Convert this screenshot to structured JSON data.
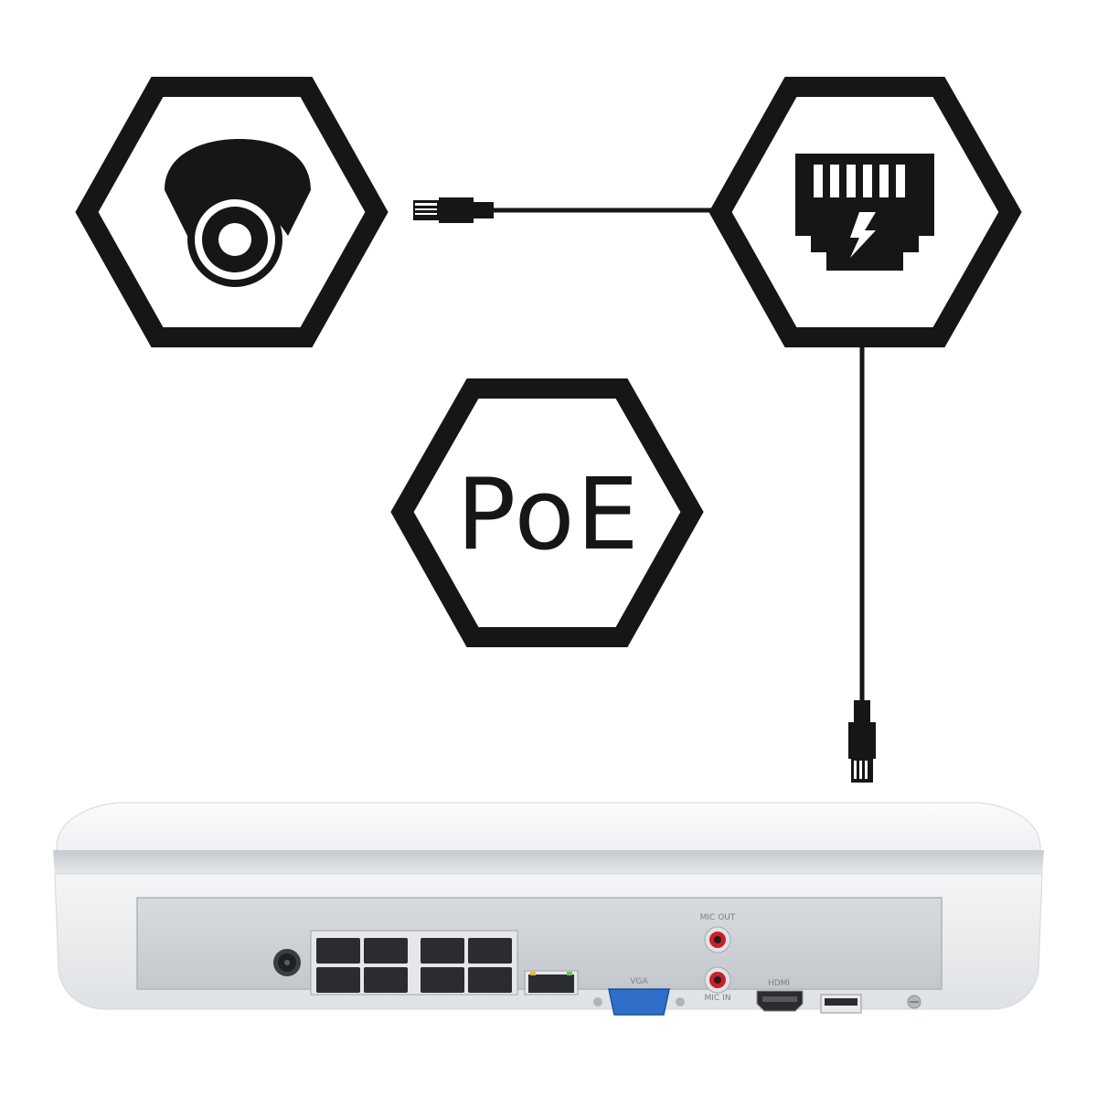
{
  "diagram": {
    "icons": {
      "camera": "dome-camera-icon",
      "poe_port": "ethernet-power-icon",
      "poe_badge": "poe-badge"
    },
    "poe_label": "PoE"
  },
  "nvr": {
    "back_panel_labels": {
      "mic_out": "MIC OUT",
      "mic_in": "MIC IN",
      "vga": "VGA",
      "hdmi": "HDMI"
    }
  },
  "colors": {
    "ink": "#161616",
    "nvr_body": "#e9ebee",
    "panel": "#cfd3d8",
    "vga_blue": "#2f6fc9",
    "audio_red": "#c9202a"
  }
}
